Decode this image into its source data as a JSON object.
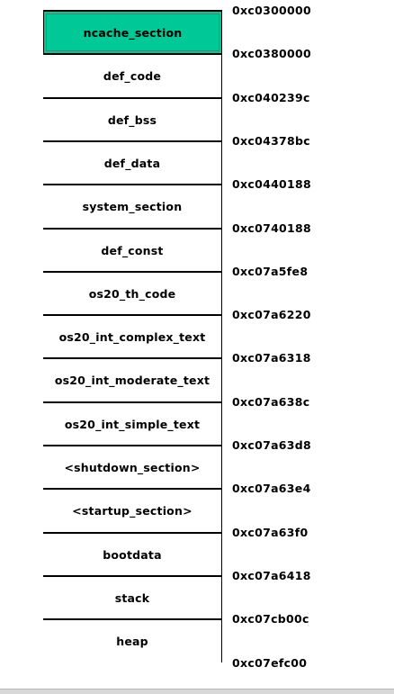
{
  "memory_map": {
    "sections": [
      {
        "label": "ncache_section",
        "highlighted": true
      },
      {
        "label": "def_code"
      },
      {
        "label": "def_bss"
      },
      {
        "label": "def_data"
      },
      {
        "label": "system_section"
      },
      {
        "label": "def_const"
      },
      {
        "label": "os20_th_code"
      },
      {
        "label": "os20_int_complex_text"
      },
      {
        "label": "os20_int_moderate_text"
      },
      {
        "label": "os20_int_simple_text"
      },
      {
        "label": "<shutdown_section>"
      },
      {
        "label": "<startup_section>"
      },
      {
        "label": "bootdata"
      },
      {
        "label": "stack"
      },
      {
        "label": "heap"
      }
    ],
    "addresses": [
      "0xc0300000",
      "0xc0380000",
      "0xc040239c",
      "0xc04378bc",
      "0xc0440188",
      "0xc0740188",
      "0xc07a5fe8",
      "0xc07a6220",
      "0xc07a6318",
      "0xc07a638c",
      "0xc07a63d8",
      "0xc07a63e4",
      "0xc07a63f0",
      "0xc07a6418",
      "0xc07cb00c",
      "0xc07efc00"
    ],
    "highlight_color": "#00c896"
  }
}
